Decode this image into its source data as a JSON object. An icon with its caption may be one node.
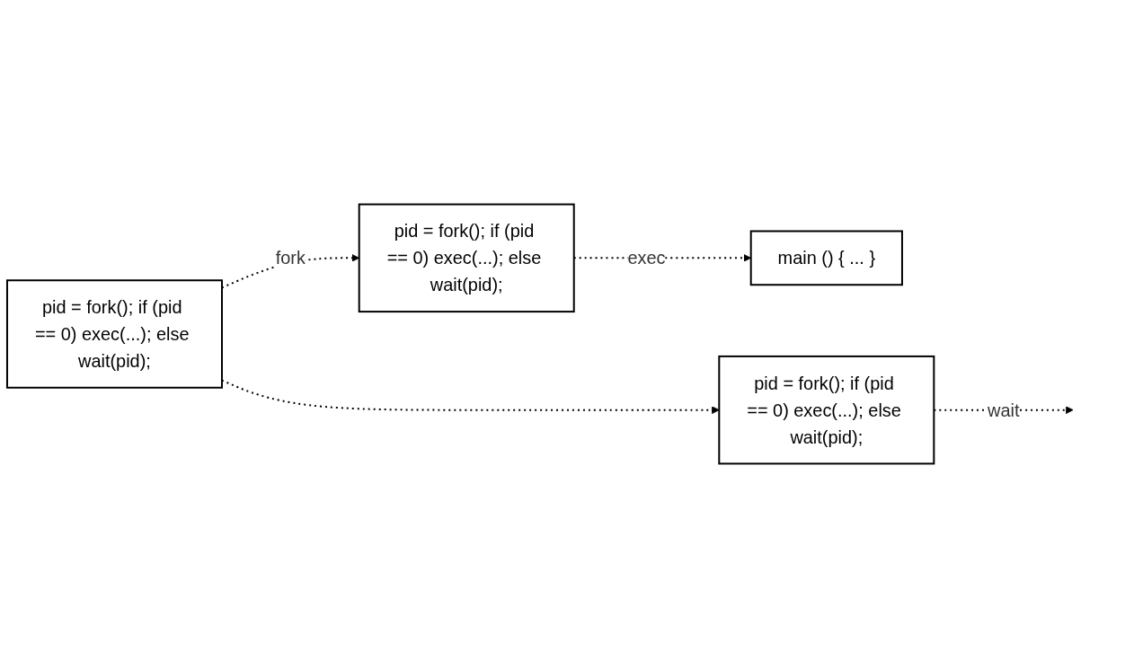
{
  "diagram": {
    "nodes": [
      {
        "text": [
          "pid = fork(); if (pid == 0) exec(...); else wait(pid);"
        ]
      },
      {
        "text": [
          "pid = fork(); if (pid == 0) exec(...); else wait(pid);"
        ]
      },
      {
        "text": [
          "main () { ... }"
        ]
      },
      {
        "text": [
          "pid = fork(); if (pid == 0) exec(...); else wait(pid);"
        ]
      }
    ],
    "edges": [
      {
        "from": 0,
        "to": 1,
        "arrow": "to",
        "label": "fork",
        "style": "dashed"
      },
      {
        "from": 0,
        "to": 3,
        "arrow": "to",
        "style": "dashed"
      },
      {
        "from": 1,
        "to": 2,
        "arrow": "to",
        "label": "exec",
        "style": "dashed"
      },
      {
        "from": 3,
        "to": null,
        "arrow": "to",
        "label": "wait",
        "style": "dashed"
      }
    ]
  }
}
